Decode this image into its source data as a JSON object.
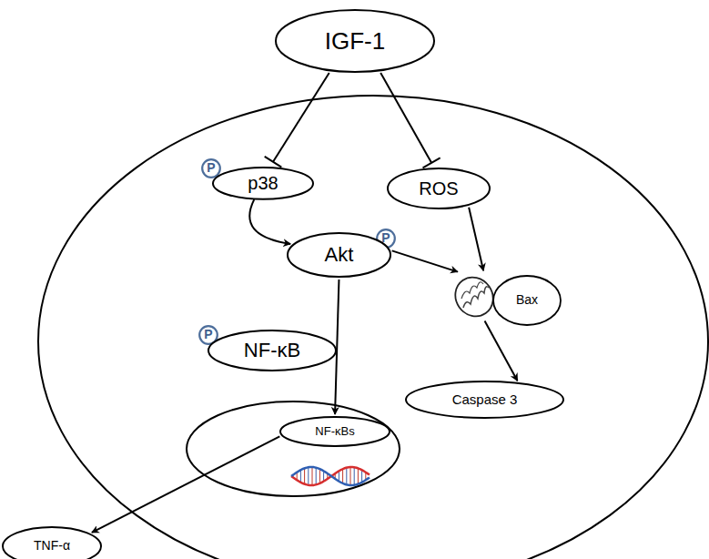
{
  "diagram": {
    "nodes": [
      {
        "text": [
          "IGF-1"
        ]
      },
      {
        "text": [
          "P"
        ]
      },
      {
        "text": [
          "p38"
        ]
      },
      {
        "text": [
          "ROS"
        ]
      },
      {
        "text": [
          "P"
        ]
      },
      {
        "text": [
          "Akt"
        ]
      },
      {
        "text": [
          "Bax"
        ]
      },
      {
        "text": [
          "P"
        ]
      },
      {
        "text": [
          "NF-κB"
        ]
      },
      {
        "text": [
          "Caspase 3"
        ]
      },
      {
        "text": [
          "NF-κBs"
        ]
      },
      {
        "text": [
          "TNF-α"
        ]
      }
    ],
    "edges": [
      {
        "from": 0,
        "to": 2,
        "arrow": "to"
      },
      {
        "from": 0,
        "to": 3,
        "arrow": "to"
      },
      {
        "from": 2,
        "to": 5,
        "arrow": "to"
      },
      {
        "from": 5,
        "to": 6,
        "arrow": "to"
      },
      {
        "from": 3,
        "to": 6,
        "arrow": "to"
      },
      {
        "from": 6,
        "to": 9,
        "arrow": "to"
      },
      {
        "from": 5,
        "to": 10,
        "arrow": "to"
      },
      {
        "from": 10,
        "to": 11,
        "arrow": "to"
      }
    ]
  }
}
